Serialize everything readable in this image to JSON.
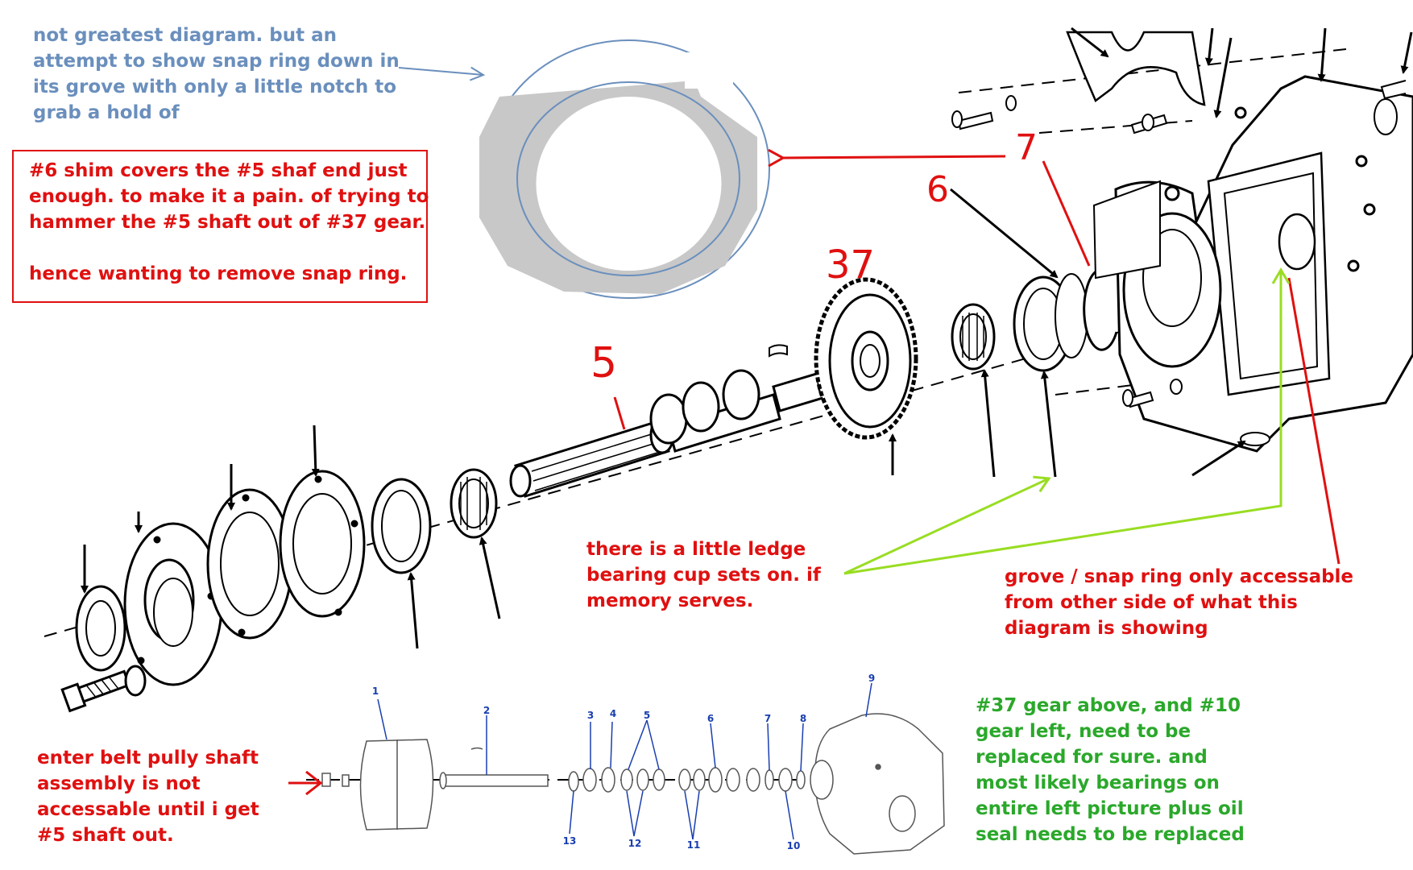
{
  "notes": {
    "top_left": {
      "lines": [
        "not greatest diagram. but an",
        "attempt to show snap ring down in",
        "its grove with only a little notch to",
        "grab a hold of"
      ]
    },
    "shim": {
      "lines": [
        "#6 shim covers the #5 shaf end just",
        "enough. to make it a pain. of trying to",
        "hammer the #5 shaft out of #37 gear.",
        "",
        "hence wanting to remove snap ring."
      ]
    },
    "ledge": {
      "lines": [
        "there is a little ledge",
        "bearing cup sets on. if",
        "memory serves."
      ]
    },
    "grove": {
      "lines": [
        "grove / snap ring only accessable",
        "from other side of what this",
        "diagram is showing"
      ]
    },
    "belt": {
      "lines": [
        "enter belt pully shaft",
        "assembly is not",
        "accessable until i get",
        "#5 shaft out."
      ]
    },
    "gear": {
      "lines": [
        "#37 gear above, and #10",
        "gear left, need to be",
        "replaced for sure.  and",
        "most likely bearings on",
        "entire left picture plus oil",
        "seal needs to be replaced"
      ]
    }
  },
  "handwritten_labels": {
    "label_7": "7",
    "label_6": "6",
    "label_37": "37",
    "label_5": "5"
  },
  "part_numbers": [
    "1",
    "2",
    "3",
    "4",
    "5",
    "6",
    "7",
    "8",
    "9",
    "10",
    "11",
    "12",
    "13"
  ],
  "colors": {
    "blue_note": "#6a8fbd",
    "red_note": "#e01010",
    "green_note": "#2aa82a",
    "yellow_green_arrow": "#99dd22",
    "ring_outline": "#6a8fbd",
    "ring_fill": "#c8c8c8",
    "part_number_blue": "#1a3fb0"
  }
}
